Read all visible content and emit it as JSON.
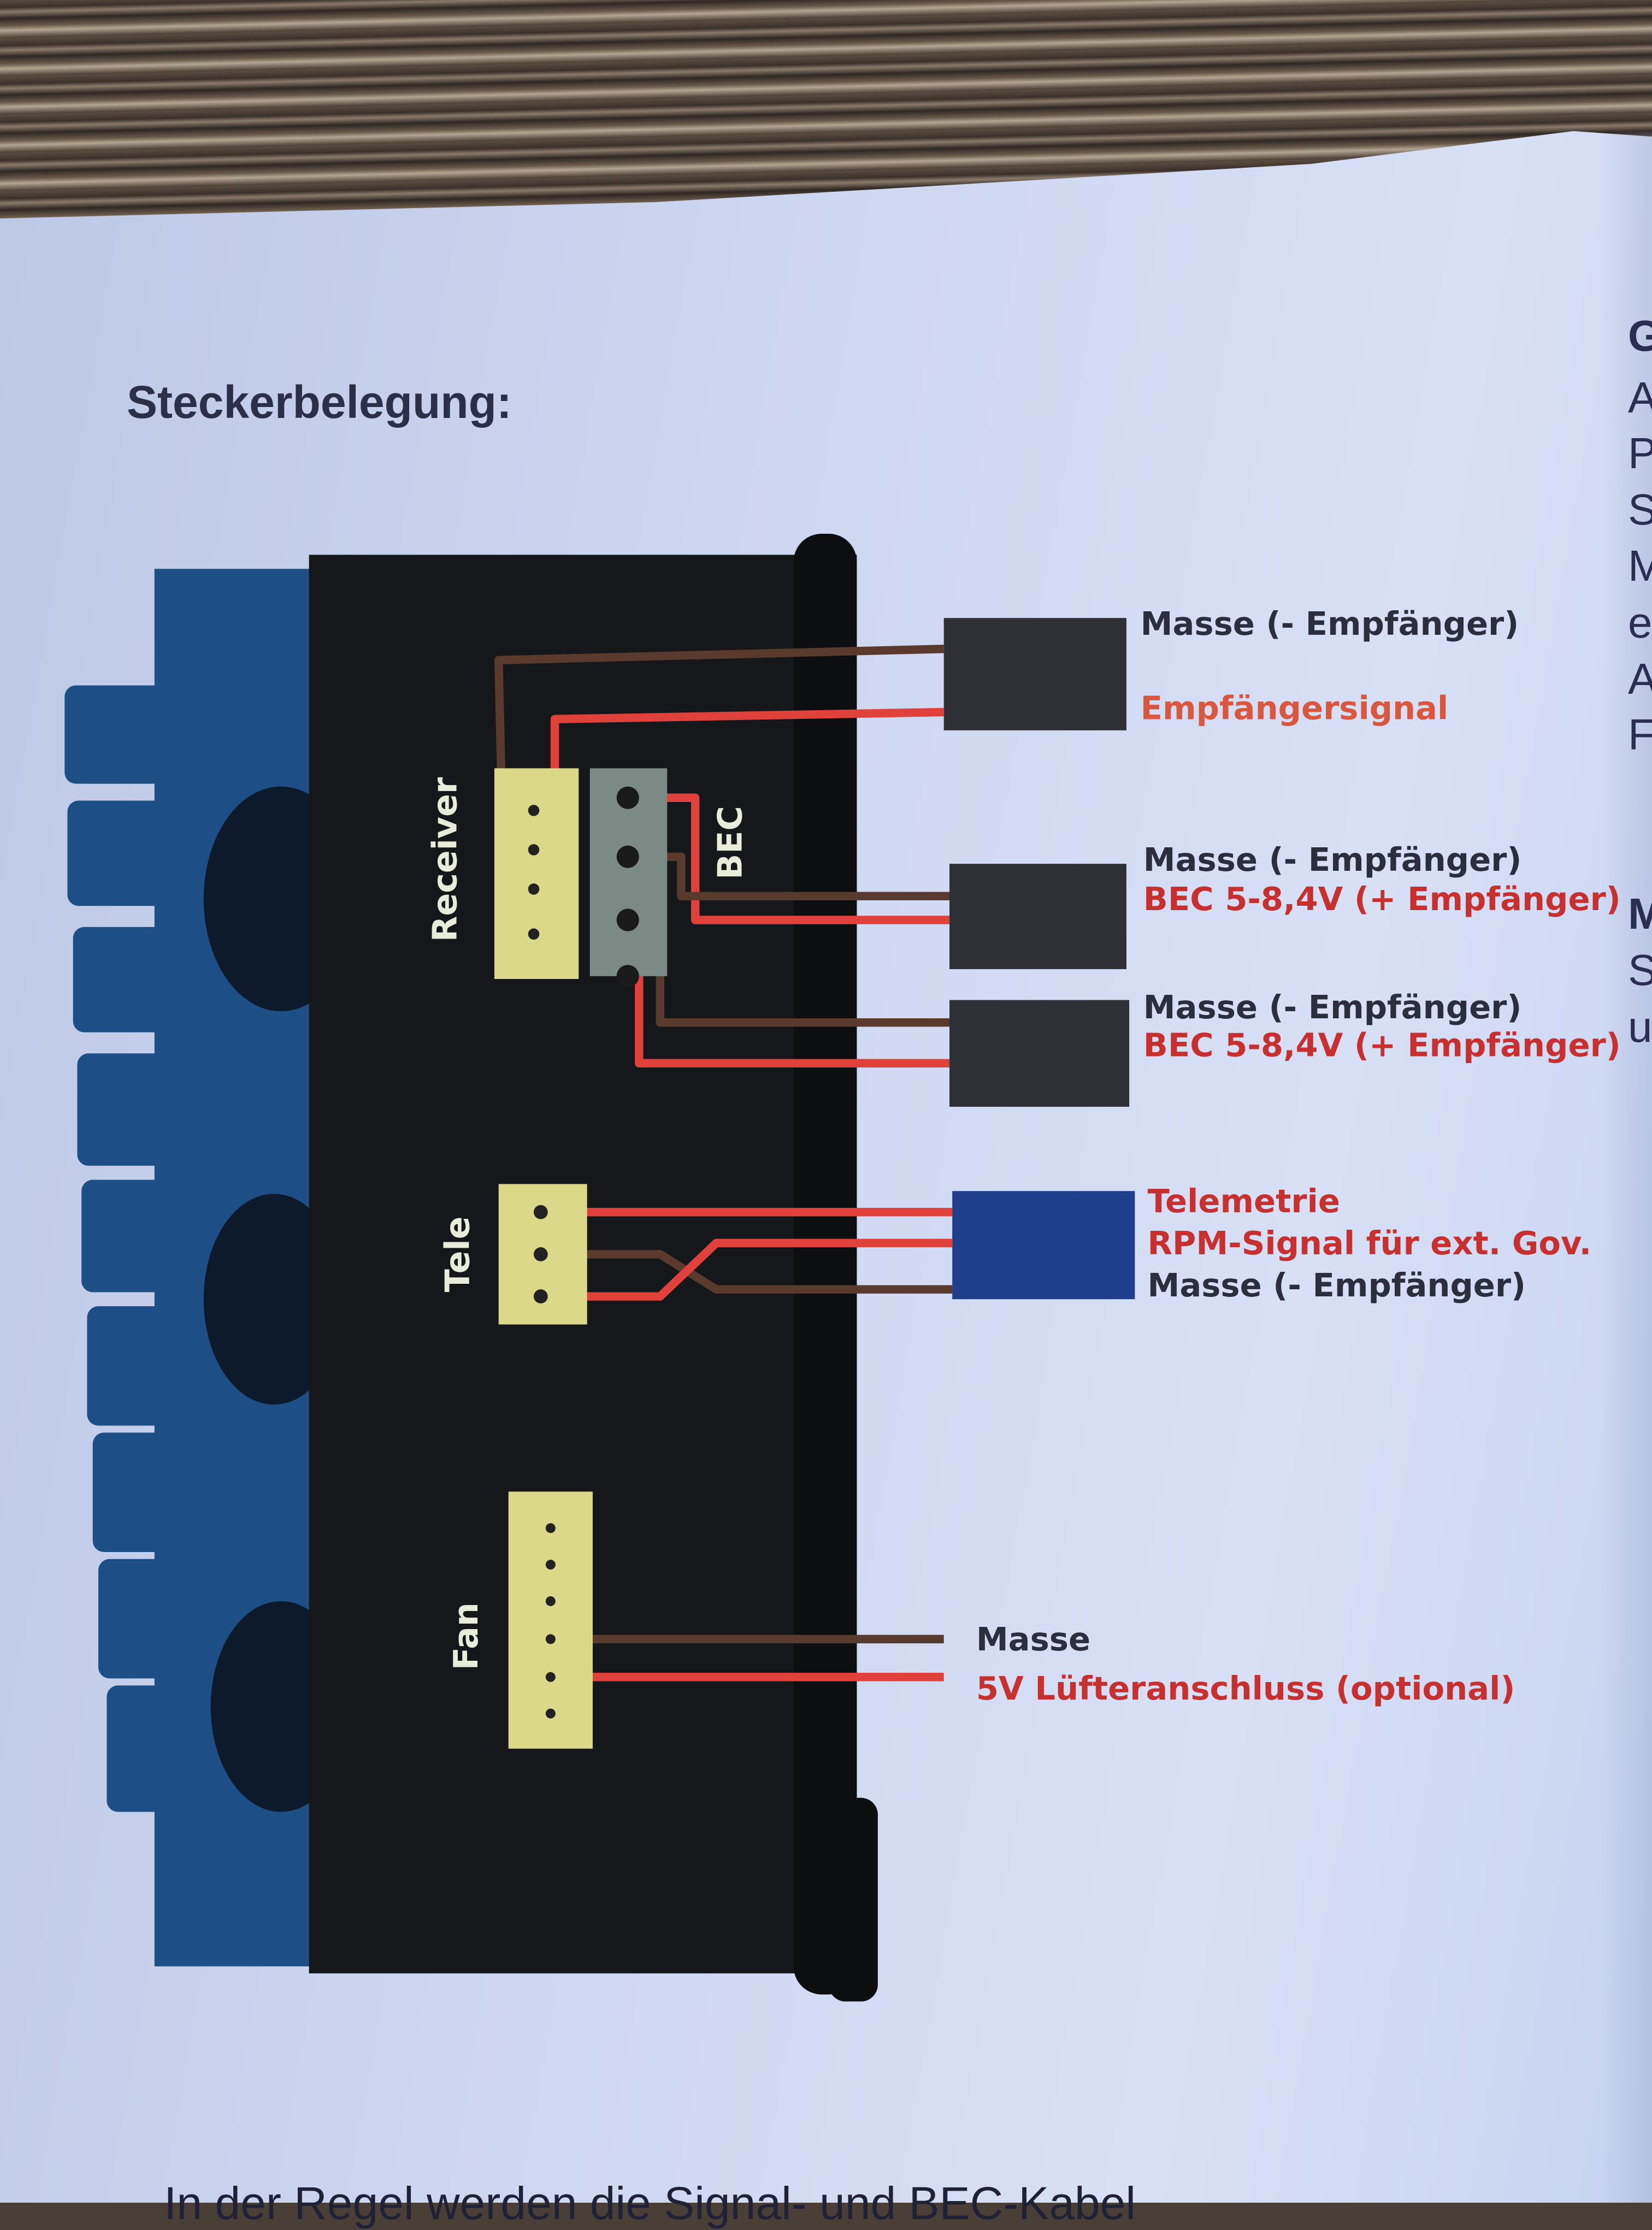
{
  "heading": "Steckerbelegung:",
  "connectors": {
    "receiver": {
      "name": "Receiver",
      "pins": [
        {
          "label": "Masse (- Empfänger)"
        },
        {
          "label": "Empfängersignal"
        }
      ]
    },
    "bec": {
      "name": "BEC",
      "outputs": [
        {
          "ground": "Masse (- Empfänger)",
          "power": "BEC 5-8,4V (+ Empfänger)"
        },
        {
          "ground": "Masse (- Empfänger)",
          "power": "BEC 5-8,4V (+ Empfänger)"
        }
      ]
    },
    "tele": {
      "name": "Tele",
      "pins": [
        {
          "label": "Telemetrie"
        },
        {
          "label": "RPM-Signal für ext. Gov."
        },
        {
          "label": "Masse (- Empfänger)"
        }
      ]
    },
    "fan": {
      "name": "Fan",
      "pins": [
        {
          "label": "Masse"
        },
        {
          "label": "5V Lüfteranschluss (optional)"
        }
      ]
    }
  },
  "colors": {
    "wire_red": "#e0413a",
    "wire_brown": "#5a3a2c",
    "plug": "#2e3036",
    "tele_plug": "#1f3e8c",
    "connector_yellow": "#dcd88a",
    "esc_body": "#17191c"
  },
  "right_column_fragments": [
    "G",
    "A",
    "P",
    "S",
    "M",
    "e",
    "A",
    "F",
    "M",
    "S",
    "u"
  ],
  "bottom_text": "In der Regel werden die Signal- und BEC-Kabel"
}
